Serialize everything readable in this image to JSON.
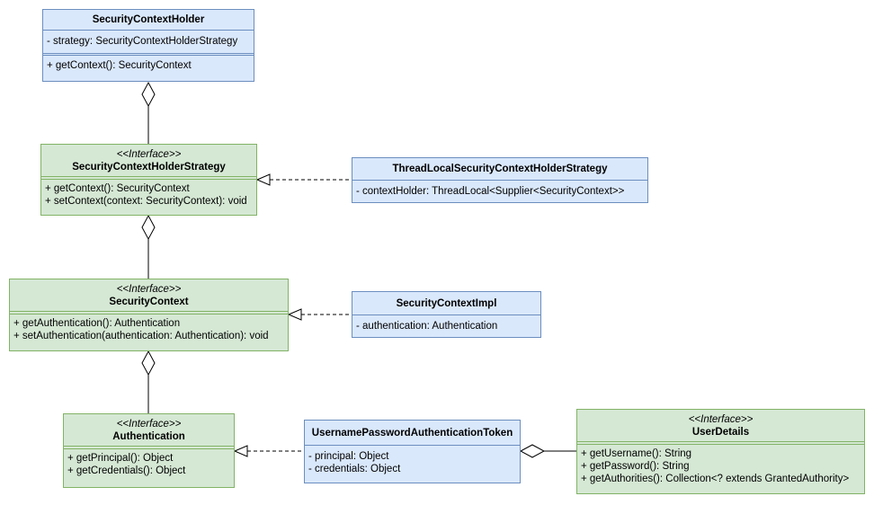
{
  "classes": {
    "sch": {
      "name": "SecurityContextHolder",
      "attributes": [
        "- strategy: SecurityContextHolderStrategy"
      ],
      "methods": [
        "+ getContext(): SecurityContext"
      ]
    },
    "schs": {
      "stereotype": "<<Interface>>",
      "name": "SecurityContextHolderStrategy",
      "methods": [
        "+ getContext(): SecurityContext",
        "+ setContext(context: SecurityContext): void"
      ]
    },
    "tlschs": {
      "name": "ThreadLocalSecurityContextHolderStrategy",
      "attributes": [
        "- contextHolder: ThreadLocal<Supplier<SecurityContext>>"
      ]
    },
    "sc": {
      "stereotype": "<<Interface>>",
      "name": "SecurityContext",
      "methods": [
        "+ getAuthentication(): Authentication",
        "+ setAuthentication(authentication: Authentication): void"
      ]
    },
    "sci": {
      "name": "SecurityContextImpl",
      "attributes": [
        "- authentication: Authentication"
      ]
    },
    "auth": {
      "stereotype": "<<Interface>>",
      "name": "Authentication",
      "methods": [
        "+ getPrincipal(): Object",
        "+ getCredentials(): Object"
      ]
    },
    "upat": {
      "name": "UsernamePasswordAuthenticationToken",
      "attributes": [
        "- principal: Object",
        "- credentials: Object"
      ]
    },
    "ud": {
      "stereotype": "<<Interface>>",
      "name": "UserDetails",
      "methods": [
        "+ getUsername(): String",
        "+ getPassword(): String",
        "+ getAuthorities(): Collection<? extends GrantedAuthority>"
      ]
    }
  },
  "colors": {
    "class_fill": "#dae8fc",
    "class_stroke": "#6c8ebf",
    "interface_fill": "#d5e8d4",
    "interface_stroke": "#82b366"
  }
}
